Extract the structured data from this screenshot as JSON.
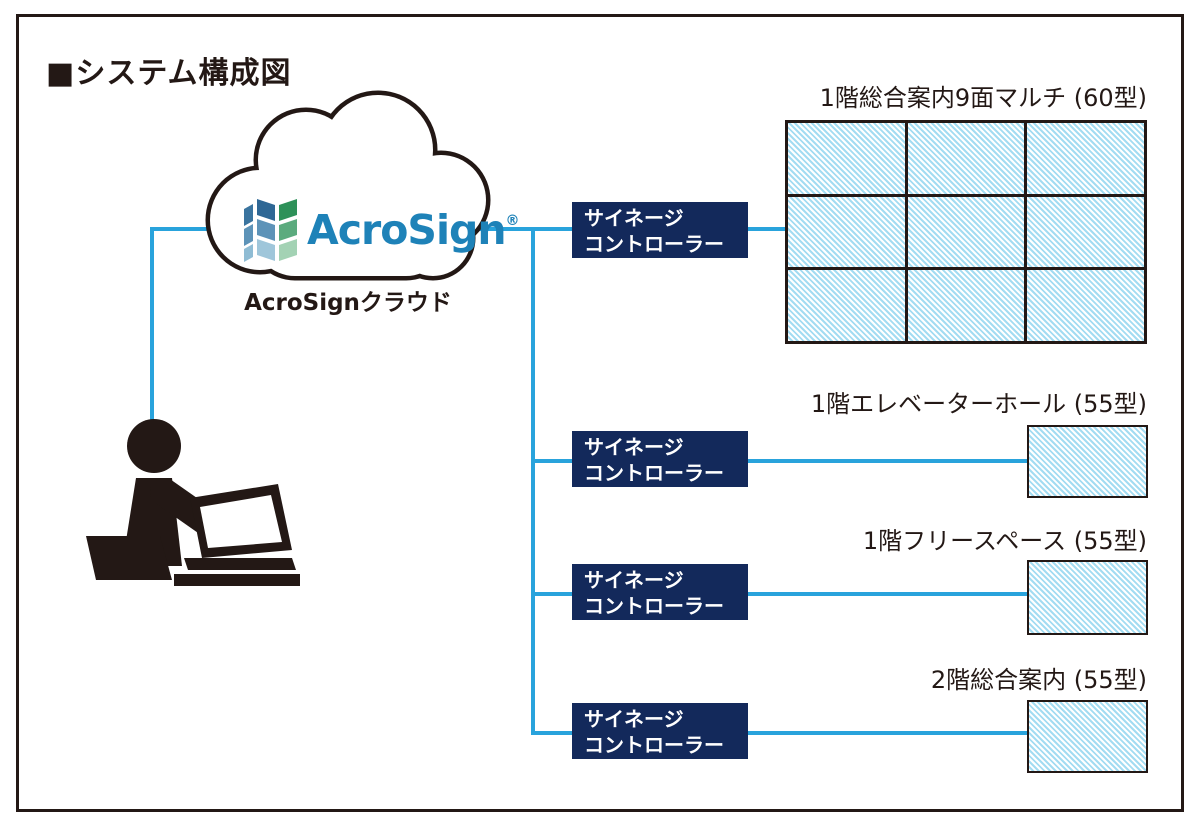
{
  "title": "■システム構成図",
  "cloud": {
    "brand": "AcroSign",
    "trademark": "®",
    "caption": "AcroSignクラウド"
  },
  "controllers": [
    {
      "line1": "サイネージ",
      "line2": "コントローラー"
    },
    {
      "line1": "サイネージ",
      "line2": "コントローラー"
    },
    {
      "line1": "サイネージ",
      "line2": "コントローラー"
    },
    {
      "line1": "サイネージ",
      "line2": "コントローラー"
    }
  ],
  "displays": [
    {
      "label": "1階総合案内9面マルチ (60型)",
      "type": "3x3-multi",
      "size": "60型"
    },
    {
      "label": "1階エレベーターホール (55型)",
      "type": "single",
      "size": "55型"
    },
    {
      "label": "1階フリースペース (55型)",
      "type": "single",
      "size": "55型"
    },
    {
      "label": "2階総合案内 (55型)",
      "type": "single",
      "size": "55型"
    }
  ],
  "icons": {
    "cloud": "cloud-shape",
    "logo_mark": "acrosign-folding-sign-icon",
    "operator": "person-at-laptop-icon"
  },
  "colors": {
    "connector_blue": "#29a3dc",
    "controller_navy": "#13295b",
    "hatch_blue": "#a3dcf2",
    "ink": "#231815",
    "brand_blue": "#1e82b8"
  }
}
